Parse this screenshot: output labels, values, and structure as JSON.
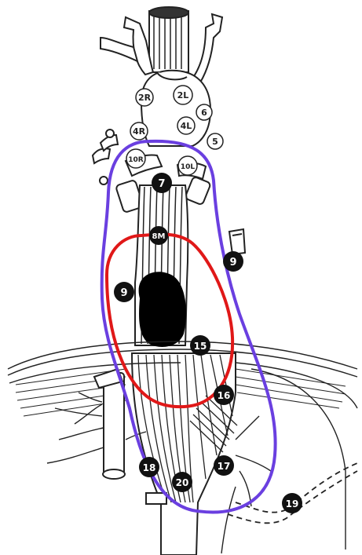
{
  "diagram": {
    "colors": {
      "line": "#222222",
      "red_outline": "#e01818",
      "blue_outline": "#6a3fe0",
      "tumor": "#000000"
    },
    "open_labels": [
      {
        "id": "2R",
        "text": "2R"
      },
      {
        "id": "2L",
        "text": "2L"
      },
      {
        "id": "4R",
        "text": "4R"
      },
      {
        "id": "4L",
        "text": "4L"
      },
      {
        "id": "5",
        "text": "5"
      },
      {
        "id": "6",
        "text": "6"
      },
      {
        "id": "10R",
        "text": "10R"
      },
      {
        "id": "10L",
        "text": "10L"
      }
    ],
    "filled_labels": [
      {
        "id": "7",
        "text": "7"
      },
      {
        "id": "8M",
        "text": "8M"
      },
      {
        "id": "9R",
        "text": "9"
      },
      {
        "id": "9L",
        "text": "9"
      },
      {
        "id": "15",
        "text": "15"
      },
      {
        "id": "16",
        "text": "16"
      },
      {
        "id": "17",
        "text": "17"
      },
      {
        "id": "18",
        "text": "18"
      },
      {
        "id": "19",
        "text": "19"
      },
      {
        "id": "20",
        "text": "20"
      }
    ]
  }
}
